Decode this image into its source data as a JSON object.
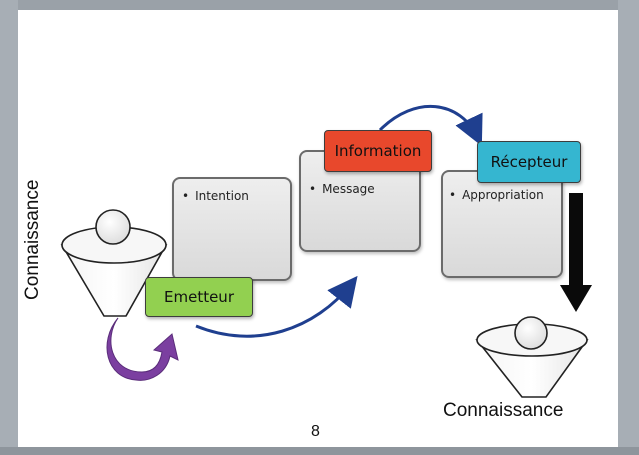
{
  "left_label": "Connaissance",
  "right_label": "Connaissance",
  "page_number": "8",
  "nodes": [
    {
      "label": "Emetteur",
      "bullet": "Intention",
      "color": "#92d050"
    },
    {
      "label": "Information",
      "bullet": "Message",
      "color": "#e8482c"
    },
    {
      "label": "Récepteur",
      "bullet": "Appropriation",
      "color": "#35b6d0"
    }
  ],
  "colors": {
    "arrow_blue": "#1f3f8f",
    "arrow_black": "#0a0a0a",
    "arrow_purple": "#7b3fa0"
  }
}
